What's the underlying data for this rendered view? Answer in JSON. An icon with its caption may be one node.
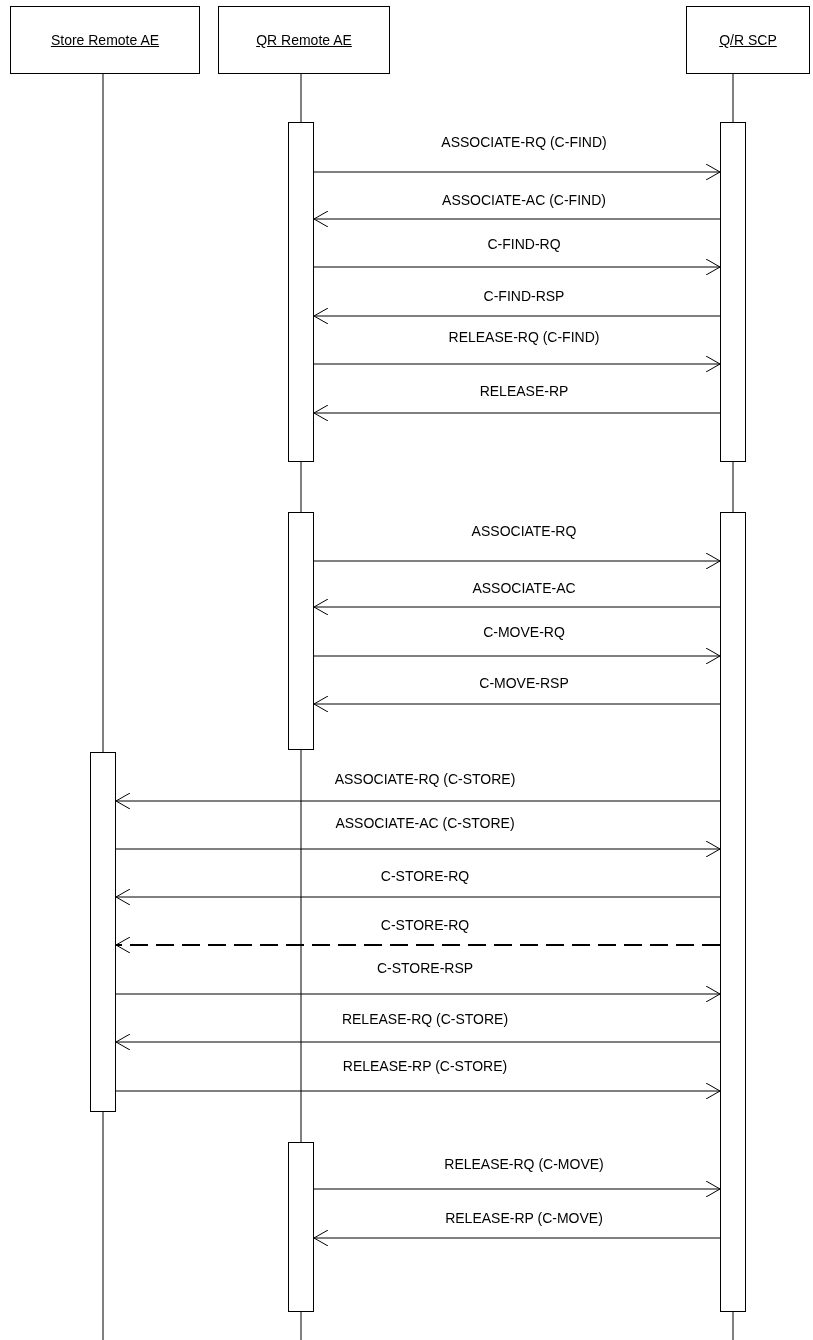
{
  "diagram": {
    "nodes": [
      {
        "text": [
          "Store Remote AE"
        ]
      },
      {
        "text": [
          "QR Remote AE"
        ]
      },
      {
        "text": [
          "Q/R SCP"
        ]
      },
      {
        "text": [],
        "shape": "bar"
      },
      {
        "text": [],
        "shape": "bar"
      },
      {
        "text": [],
        "shape": "bar"
      },
      {
        "text": [],
        "shape": "bar"
      },
      {
        "text": [],
        "shape": "bar"
      },
      {
        "text": [],
        "shape": "bar"
      }
    ],
    "edges": [
      {
        "from": 3,
        "to": 4,
        "arrow": "to",
        "label": "ASSOCIATE-RQ (C-FIND)"
      },
      {
        "from": 4,
        "to": 3,
        "arrow": "to",
        "label": "ASSOCIATE-AC (C-FIND)"
      },
      {
        "from": 3,
        "to": 4,
        "arrow": "to",
        "label": "C-FIND-RQ"
      },
      {
        "from": 4,
        "to": 3,
        "arrow": "to",
        "label": "C-FIND-RSP"
      },
      {
        "from": 3,
        "to": 4,
        "arrow": "to",
        "label": "RELEASE-RQ (C-FIND)"
      },
      {
        "from": 4,
        "to": 3,
        "arrow": "to",
        "label": "RELEASE-RP"
      },
      {
        "from": 5,
        "to": 6,
        "arrow": "to",
        "label": "ASSOCIATE-RQ"
      },
      {
        "from": 6,
        "to": 5,
        "arrow": "to",
        "label": "ASSOCIATE-AC"
      },
      {
        "from": 5,
        "to": 6,
        "arrow": "to",
        "label": "C-MOVE-RQ"
      },
      {
        "from": 6,
        "to": 5,
        "arrow": "to",
        "label": "C-MOVE-RSP"
      },
      {
        "from": 6,
        "to": 7,
        "arrow": "to",
        "label": "ASSOCIATE-RQ (C-STORE)"
      },
      {
        "from": 7,
        "to": 6,
        "arrow": "to",
        "label": "ASSOCIATE-AC (C-STORE)"
      },
      {
        "from": 6,
        "to": 7,
        "arrow": "to",
        "label": "C-STORE-RQ"
      },
      {
        "from": 6,
        "to": 7,
        "arrow": "to",
        "label": "C-STORE-RQ",
        "style": "dashed"
      },
      {
        "from": 7,
        "to": 6,
        "arrow": "to",
        "label": "C-STORE-RSP"
      },
      {
        "from": 6,
        "to": 7,
        "arrow": "to",
        "label": "RELEASE-RQ (C-STORE)"
      },
      {
        "from": 7,
        "to": 6,
        "arrow": "to",
        "label": "RELEASE-RP (C-STORE)"
      },
      {
        "from": 8,
        "to": 6,
        "arrow": "to",
        "label": "RELEASE-RQ (C-MOVE)"
      },
      {
        "from": 6,
        "to": 8,
        "arrow": "to",
        "label": "RELEASE-RP (C-MOVE)"
      },
      {
        "from": 0,
        "to": 7,
        "arrow": "none"
      },
      {
        "from": 7,
        "to": null,
        "arrow": "none"
      },
      {
        "from": 1,
        "to": 3,
        "arrow": "none"
      },
      {
        "from": 3,
        "to": 5,
        "arrow": "none"
      },
      {
        "from": 5,
        "to": 8,
        "arrow": "none"
      },
      {
        "from": 8,
        "to": null,
        "arrow": "none"
      },
      {
        "from": 2,
        "to": 4,
        "arrow": "none"
      },
      {
        "from": 4,
        "to": 6,
        "arrow": "none"
      },
      {
        "from": 6,
        "to": null,
        "arrow": "none"
      }
    ]
  }
}
